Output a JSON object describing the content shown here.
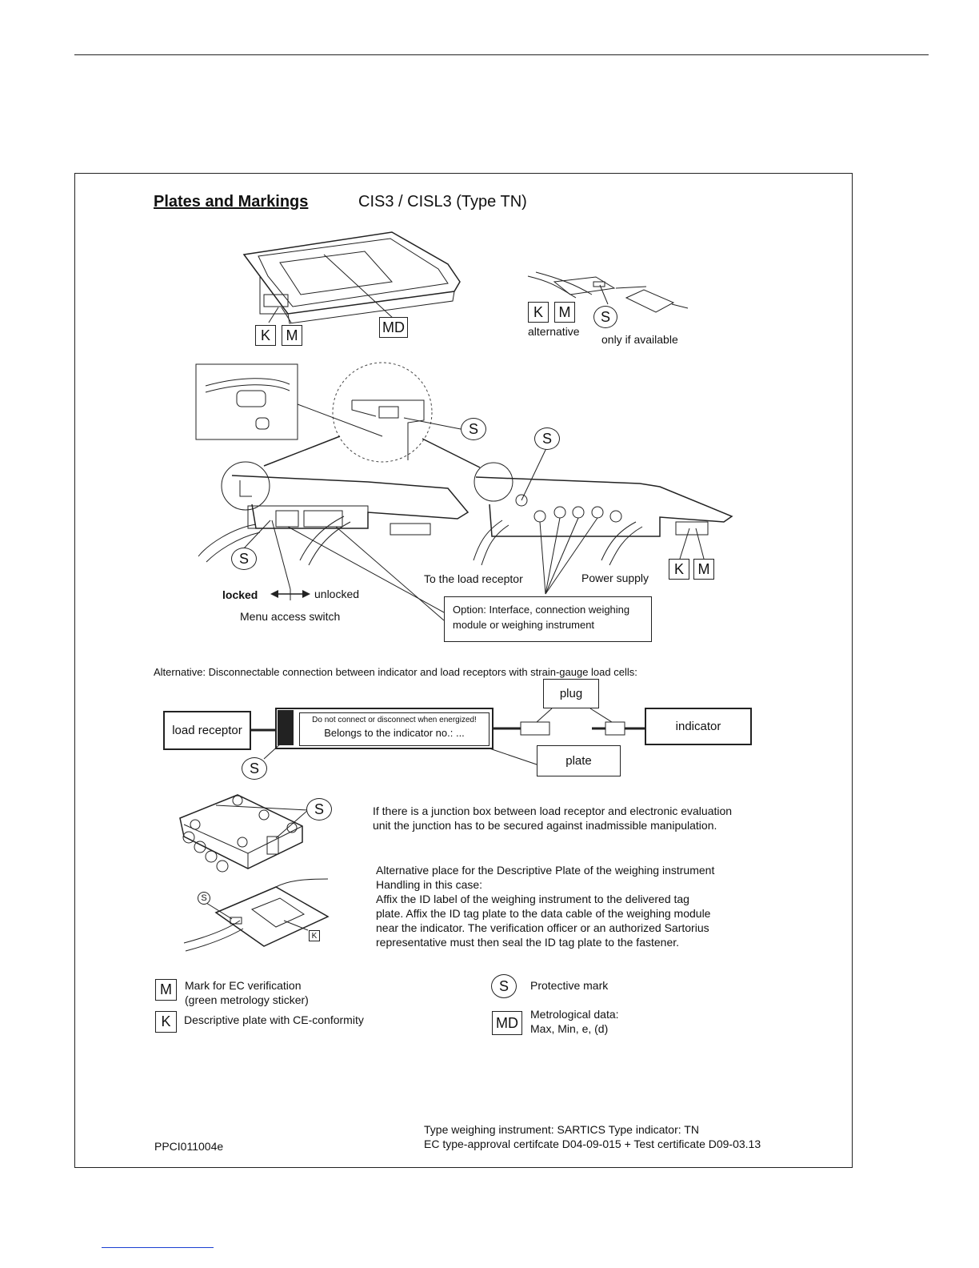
{
  "header": {
    "title": "Plates and Markings",
    "model": "CIS3 / CISL3  (Type TN)"
  },
  "top_section": {
    "marker_k": "K",
    "marker_m": "M",
    "marker_md": "MD",
    "marker_s": "S",
    "alternative": "alternative",
    "only_if_available": "only if available"
  },
  "indicator_section": {
    "marker_s": "S",
    "locked": "locked",
    "unlocked": "unlocked",
    "menu_access_switch": "Menu access switch",
    "to_load_receptor": "To the load receptor",
    "power_supply": "Power supply",
    "option_line1": "Option: Interface, connection weighing",
    "option_line2": "module or weighing instrument"
  },
  "connection_section": {
    "heading": "Alternative: Disconnectable connection between indicator and load receptors with strain-gauge load cells:",
    "plug": "plug",
    "load_receptor": "load receptor",
    "warning": "Do not connect or disconnect when energized!",
    "belongs_to": "Belongs to the indicator no.: ...",
    "indicator": "indicator",
    "plate": "plate",
    "marker_s": "S"
  },
  "junction_section": {
    "line1": "If there is a junction box between load receptor and electronic evaluation",
    "line2": "unit the junction has to be secured against inadmissible manipulation.",
    "alt_lines": [
      "Alternative place for the Descriptive Plate of the weighing instrument",
      "Handling in this case:",
      "Affix the ID label of the weighing instrument to the delivered tag",
      "plate. Affix the ID tag plate to the data cable of the weighing module",
      "near the indicator. The verification officer or an authorized Sartorius",
      "representative must then seal the ID tag plate to the fastener."
    ],
    "marker_s": "S",
    "marker_s_small": "S",
    "marker_k_small": "K"
  },
  "legend": {
    "m_code": "M",
    "m_line1": "Mark for EC verification",
    "m_line2": "(green metrology sticker)",
    "k_code": "K",
    "k_text": "Descriptive plate with CE-conformity",
    "s_code": "S",
    "s_text": "Protective mark",
    "md_code": "MD",
    "md_line1": "Metrological data:",
    "md_line2": "Max, Min, e, (d)"
  },
  "footer": {
    "doc_id": "PPCI011004e",
    "type_line": "Type weighing instrument:  SARTICS    Type indicator: TN",
    "cert_line": "EC type-approval certifcate D04-09-015 + Test certificate D09-03.13"
  }
}
